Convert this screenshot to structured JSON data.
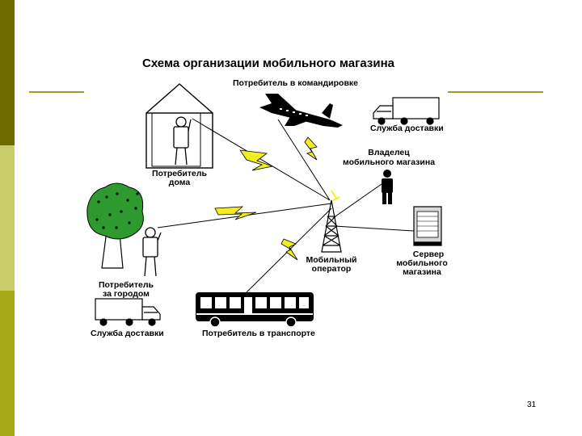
{
  "title": "Схема организации мобильного магазина",
  "nodes": {
    "traveler": "Потребитель в командировке",
    "delivery_top": "Служба доставки",
    "home_consumer": [
      "Потребитель",
      "дома"
    ],
    "owner": [
      "Владелец",
      "мобильного магазина"
    ],
    "outdoor_consumer": [
      "Потребитель",
      "за городом"
    ],
    "operator": [
      "Мобильный",
      "оператор"
    ],
    "server": [
      "Сервер",
      "мобильного",
      "магазина"
    ],
    "delivery_bottom": "Служба доставки",
    "transport_consumer": "Потребитель в транспорте"
  },
  "slide_number": "31",
  "colors": {
    "stripe_dark": "#6b6b00",
    "stripe_light": "#c9cc6a",
    "stripe_mid": "#a6aa18",
    "rule": "#9c9c2c",
    "lightning": "#f2ee24",
    "tree_canopy": "#2e9a2e"
  }
}
